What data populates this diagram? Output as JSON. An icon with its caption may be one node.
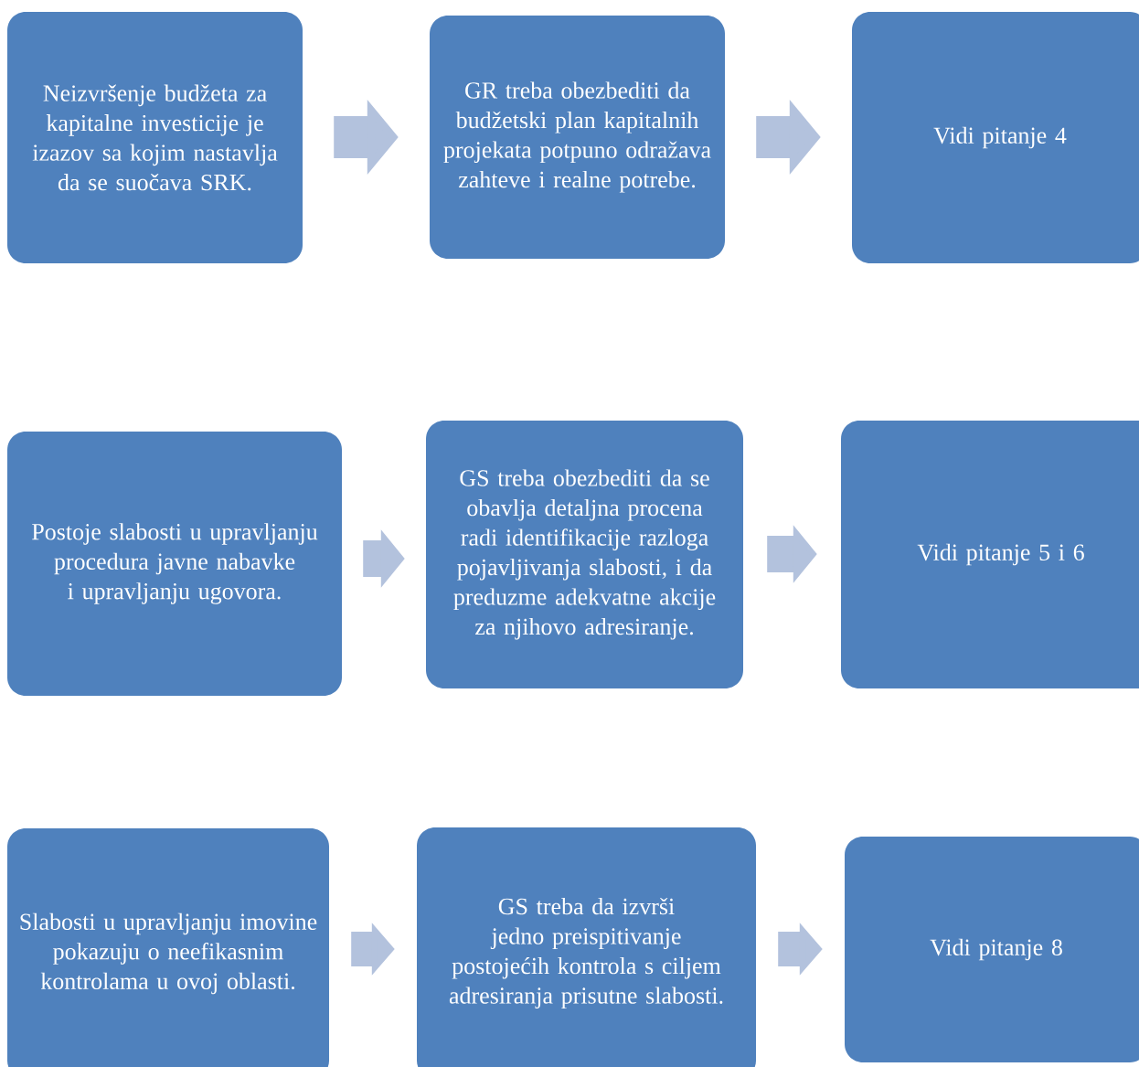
{
  "diagram": {
    "nodes": [
      {
        "text": [
          "Neizvršenje budžeta za kapitalne investicije je izazov sa kojim nastavlja da se suočava SRK."
        ]
      },
      {
        "text": [
          "GR treba obezbediti da budžetski plan kapitalnih projekata potpuno odražava zahteve i realne potrebe."
        ]
      },
      {
        "text": [
          "Vidi pitanje 4"
        ]
      },
      {
        "text": [
          "Postoje slabosti u upravljanju procedura javne nabavke i upravljanju ugovora."
        ]
      },
      {
        "text": [
          "GS treba obezbediti da se obavlja detaljna procena radi identifikacije razloga pojavljivanja slabosti, i da preduzme adekvatne akcije za njihovo adresiranje."
        ]
      },
      {
        "text": [
          "Vidi pitanje 5 i 6"
        ]
      },
      {
        "text": [
          "Slabosti u upravljanju imovine pokazuju o neefikasnim kontrolama u ovoj oblasti."
        ]
      },
      {
        "text": [
          "GS treba da izvrši jedno preispitivanje postojećih kontrola s ciljem adresiranja prisutne slabosti."
        ]
      },
      {
        "text": [
          "Vidi pitanje 8"
        ]
      }
    ],
    "edges": [
      {
        "from": 0,
        "to": 1,
        "arrow": "to"
      },
      {
        "from": 1,
        "to": 2,
        "arrow": "to"
      },
      {
        "from": 3,
        "to": 4,
        "arrow": "to"
      },
      {
        "from": 4,
        "to": 5,
        "arrow": "to"
      },
      {
        "from": 6,
        "to": 7,
        "arrow": "to"
      },
      {
        "from": 7,
        "to": 8,
        "arrow": "to"
      }
    ]
  }
}
